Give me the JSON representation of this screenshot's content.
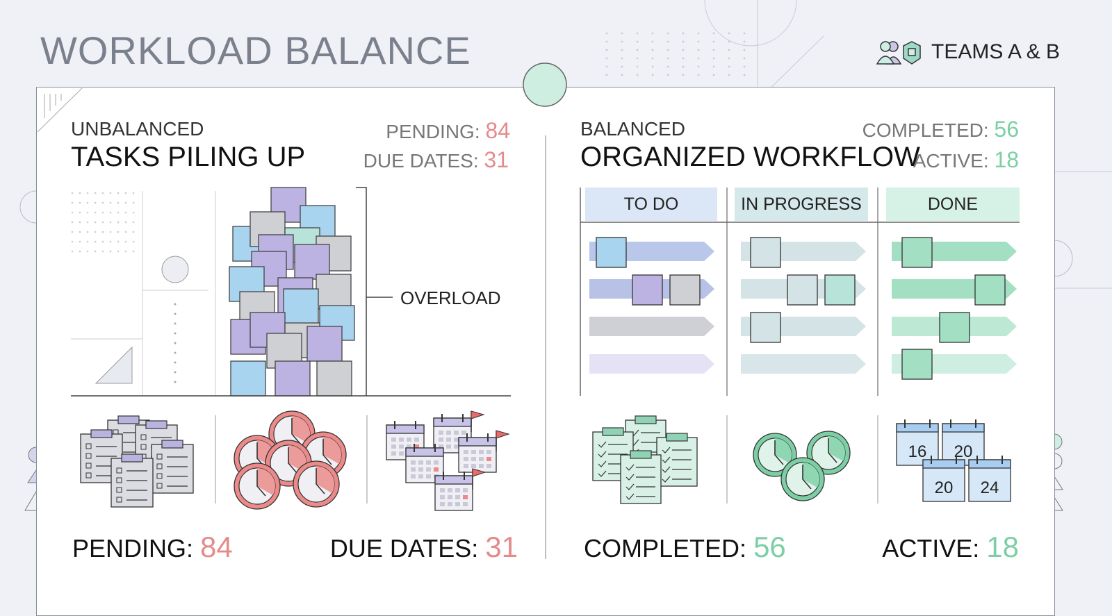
{
  "header": {
    "title": "WORKLOAD BALANCE",
    "teams_label": "TEAMS A & B",
    "icons": [
      "team-people-icon",
      "shield-hexagon-icon"
    ]
  },
  "left": {
    "kicker": "UNBALANCED",
    "heading": "TASKS PILING UP",
    "pending_label": "PENDING:",
    "pending_value": "84",
    "due_label": "DUE DATES:",
    "due_value": "31",
    "overload_label": "OVERLOAD",
    "icons": [
      "clipboards-icon",
      "overdue-clocks-icon",
      "calendars-flags-icon"
    ],
    "footer": {
      "pending_label": "PENDING:",
      "pending_value": "84",
      "due_label": "DUE DATES:",
      "due_value": "31"
    }
  },
  "right": {
    "kicker": "BALANCED",
    "heading": "ORGANIZED WORKFLOW",
    "completed_label": "COMPLETED:",
    "completed_value": "56",
    "active_label": "ACTIVE:",
    "active_value": "18",
    "columns": [
      {
        "label": "TO DO"
      },
      {
        "label": "IN PROGRESS"
      },
      {
        "label": "DONE"
      }
    ],
    "icons": [
      "checklists-icon",
      "clocks-icon",
      "calendars-icon"
    ],
    "calendar_dates": [
      "16",
      "20",
      "20",
      "24"
    ],
    "footer": {
      "completed_label": "COMPLETED:",
      "completed_value": "56",
      "active_label": "ACTIVE:",
      "active_value": "18"
    }
  },
  "colors": {
    "pending": "#e58a8a",
    "completed": "#7ccfa5",
    "todo": "#dbe7f7",
    "in_progress": "#d5e8ea",
    "done": "#d6f2e6"
  }
}
